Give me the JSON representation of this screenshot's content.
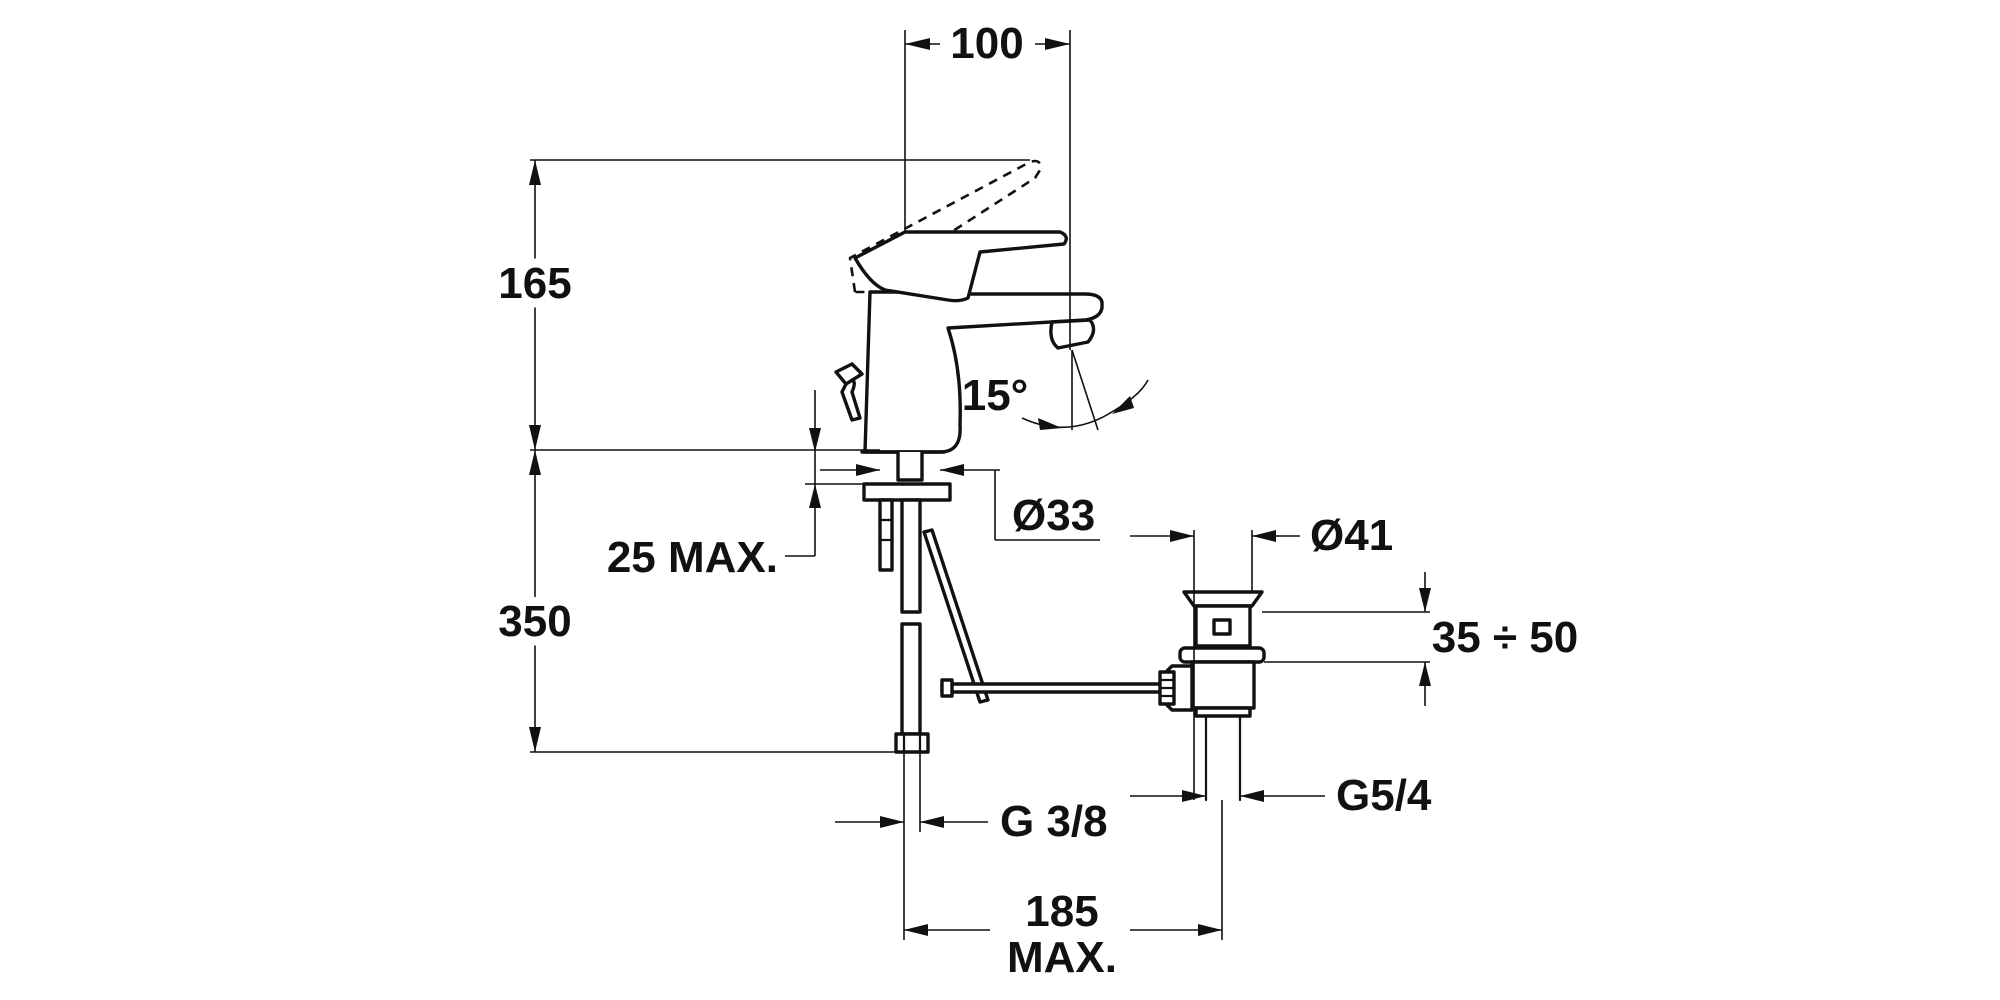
{
  "dimensions": {
    "width_top": "100",
    "height_upper": "165",
    "height_lower": "350",
    "angle": "15°",
    "hole_diameter": "Ø33",
    "deck_thickness": "25 MAX.",
    "waste_diameter": "Ø41",
    "waste_range": "35 ÷ 50",
    "waste_thread": "G5/4",
    "inlet_thread": "G 3/8",
    "rod_length_value": "185",
    "rod_length_suffix": "MAX."
  },
  "colors": {
    "line": "#111111",
    "background": "#ffffff"
  }
}
